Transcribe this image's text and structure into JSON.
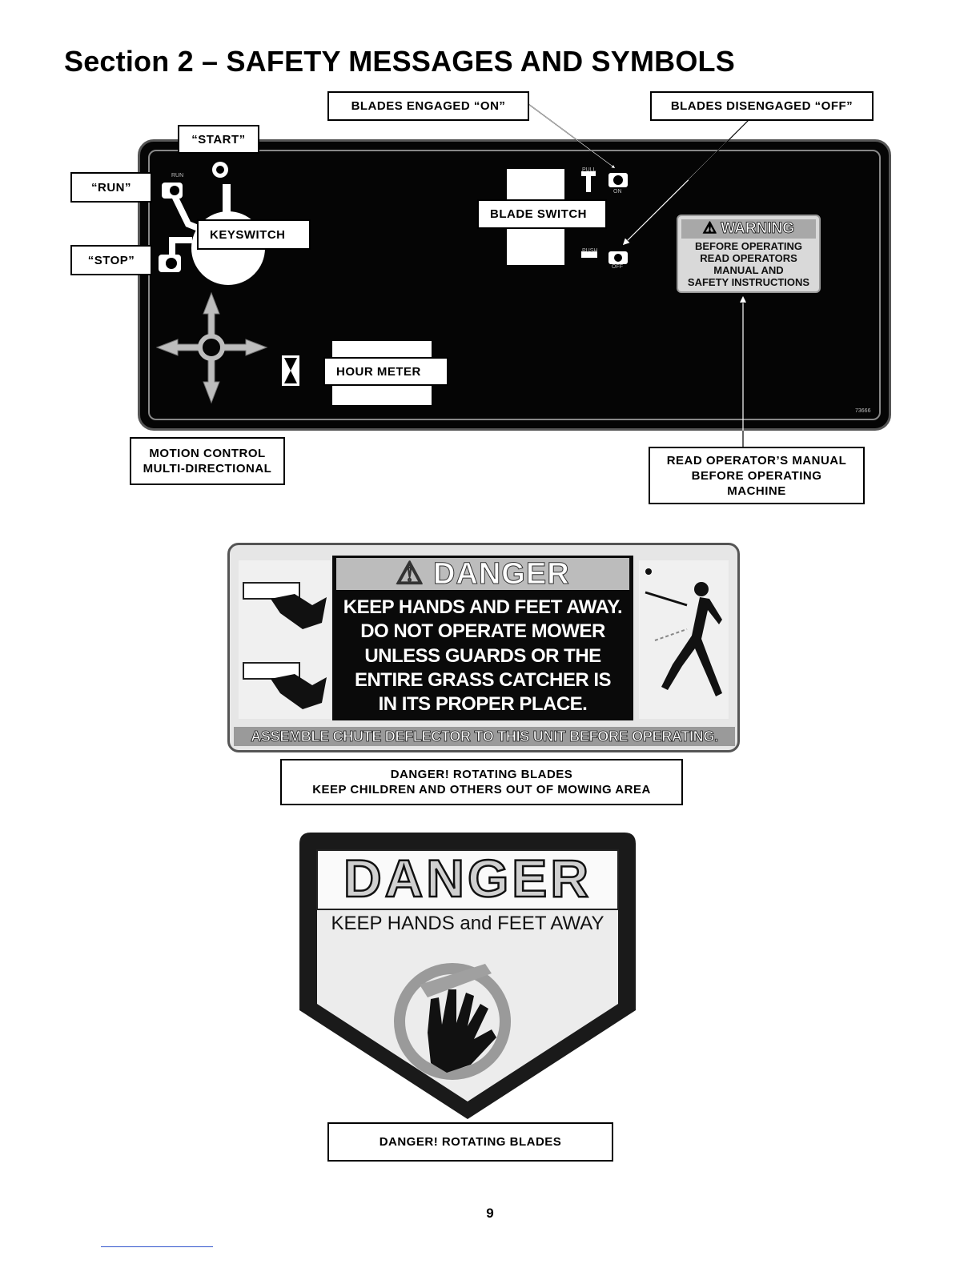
{
  "page": {
    "title": "Section 2 – SAFETY MESSAGES AND SYMBOLS",
    "page_number": "9"
  },
  "control_panel": {
    "callouts": {
      "start": "“START”",
      "run": "“RUN”",
      "stop": "“STOP”",
      "keyswitch": "KEYSWITCH",
      "blades_on": "BLADES ENGAGED “ON”",
      "blades_off": "BLADES DISENGAGED “OFF”",
      "blade_switch": "BLADE SWITCH",
      "hour_meter": "HOUR METER",
      "motion_control_1": "MOTION CONTROL",
      "motion_control_2": "MULTI-DIRECTIONAL",
      "manual_1": "READ OPERATOR’S MANUAL",
      "manual_2": "BEFORE OPERATING",
      "manual_3": "MACHINE"
    },
    "panel_labels": {
      "run_small": "RUN",
      "pull": "PULL",
      "on": "ON",
      "push": "PUSH",
      "off": "OFF",
      "part_no": "73666"
    },
    "warning_decal": {
      "heading": "WARNING",
      "line1": "BEFORE OPERATING",
      "line2": "READ OPERATORS",
      "line3": "MANUAL AND",
      "line4": "SAFETY INSTRUCTIONS"
    }
  },
  "danger_decal_1": {
    "heading": "DANGER",
    "lines": [
      "KEEP HANDS AND FEET AWAY.",
      "DO NOT OPERATE MOWER",
      "UNLESS  GUARDS OR THE",
      "ENTIRE GRASS CATCHER IS",
      "IN ITS PROPER PLACE."
    ],
    "bottom": "ASSEMBLE CHUTE DEFLECTOR TO THIS UNIT BEFORE OPERATING.",
    "caption_1": "DANGER!  ROTATING BLADES",
    "caption_2": "KEEP CHILDREN AND OTHERS OUT OF MOWING AREA"
  },
  "danger_decal_2": {
    "heading": "DANGER",
    "subheading": "KEEP HANDS and FEET AWAY",
    "caption": "DANGER!  ROTATING BLADES"
  }
}
